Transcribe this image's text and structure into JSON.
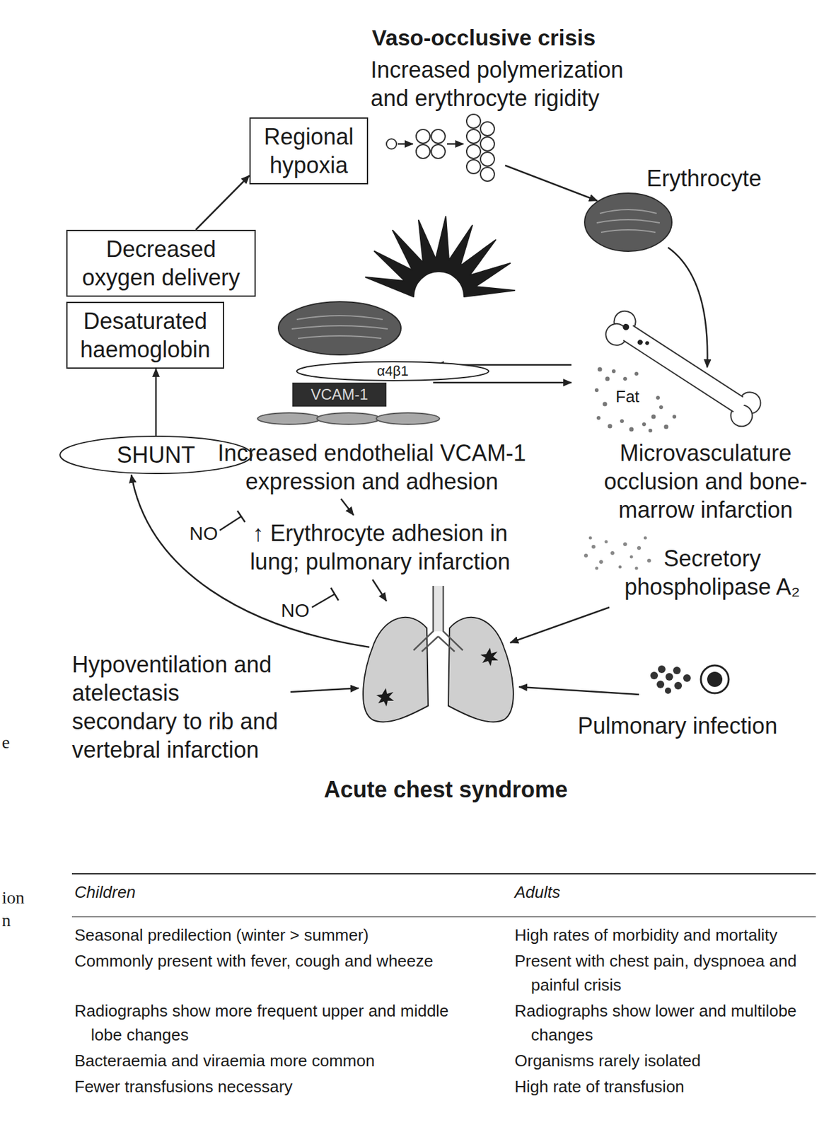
{
  "diagram": {
    "nodes": [
      {
        "text": [
          "Regional hypoxia"
        ]
      },
      {
        "text": [
          "Decreased oxygen delivery"
        ]
      },
      {
        "text": [
          "Desaturated haemoglobin"
        ]
      },
      {
        "text": [
          "α4β1"
        ]
      },
      {
        "text": [
          "VCAM-1"
        ]
      },
      {
        "text": [
          "SHUNT"
        ]
      }
    ],
    "edges": [
      {
        "from": 1,
        "to": 0,
        "arrow": "to"
      },
      {
        "from": 5,
        "to": 2,
        "arrow": "to"
      }
    ],
    "labels": [
      "Vaso-occlusive crisis",
      "Increased polymerization and erythrocyte rigidity",
      "Erythrocyte",
      "Fat",
      "Increased endothelial VCAM-1 expression and adhesion",
      "Microvasculature occlusion and bone-marrow infarction",
      "NO",
      "↑ Erythrocyte adhesion in lung; pulmonary infarction",
      "Secretory phospholipase A₂",
      "NO",
      "Hypoventilation and atelectasis secondary to rib and vertebral infarction",
      "Pulmonary infection",
      "Acute chest syndrome",
      "e",
      "ion",
      "n",
      "Children",
      "Adults",
      "Seasonal predilection (winter > summer)",
      "High rates of morbidity and mortality",
      "Commonly present with fever, cough and wheeze",
      "Present with chest pain, dyspnoea and painful crisis",
      "Radiographs show more frequent upper and middle lobe changes",
      "Radiographs show lower and multilobe changes",
      "Bacteraemia and viraemia more common",
      "Organisms rarely isolated",
      "Fewer transfusions necessary",
      "High rate of transfusion"
    ]
  }
}
